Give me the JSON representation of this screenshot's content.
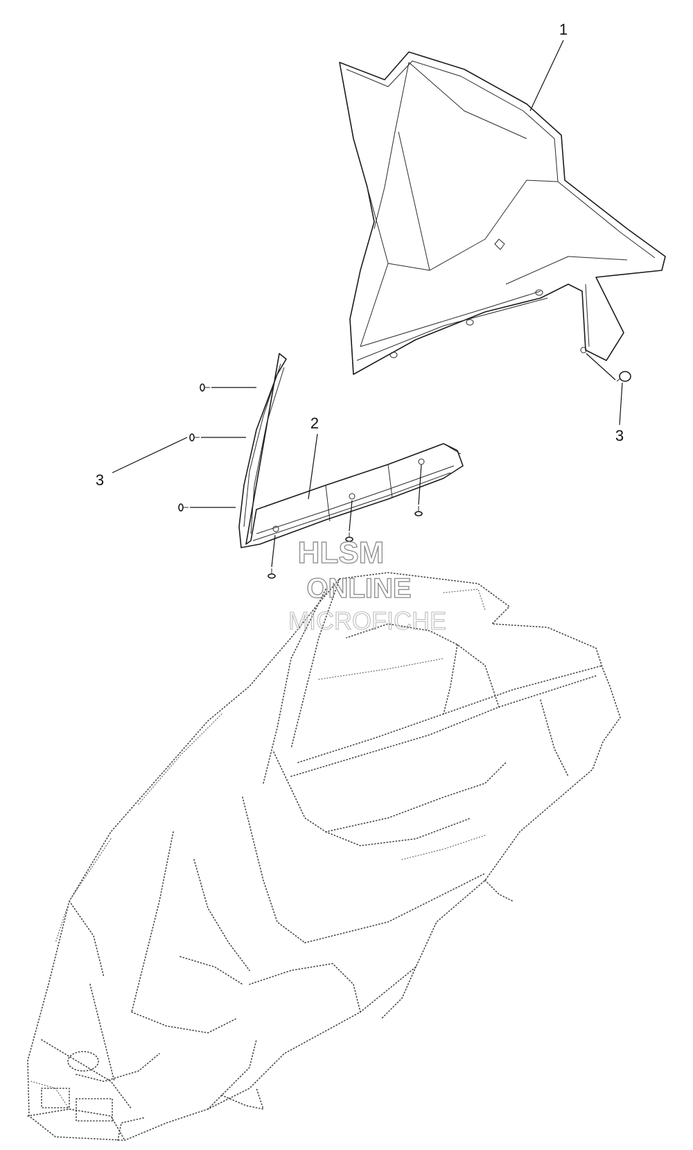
{
  "callouts": [
    {
      "id": "callout-1",
      "label": "1"
    },
    {
      "id": "callout-2",
      "label": "2"
    },
    {
      "id": "callout-3-left",
      "label": "3"
    },
    {
      "id": "callout-3-right",
      "label": "3"
    }
  ],
  "watermark": {
    "line1": "HLSM",
    "line2": "ONLINE",
    "line3": "MICROFICHE"
  },
  "colors": {
    "ink": "#1a1a1a",
    "watermark": "#8a8a8a",
    "background": "#ffffff"
  }
}
